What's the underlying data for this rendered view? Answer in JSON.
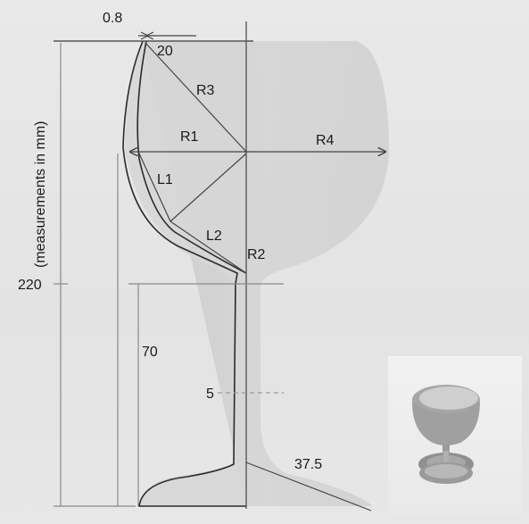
{
  "labels": {
    "rim_thickness": "0.8",
    "top_offset": "20",
    "r3": "R3",
    "r1": "R1",
    "r4": "R4",
    "l1": "L1",
    "l2": "L2",
    "r2": "R2",
    "total_height": "220",
    "stem_height": "70",
    "stem_width": "5",
    "base_radius": "37.5",
    "units_note": "(measurements in mm)"
  },
  "inset": {
    "description_icon": "wine-glass-render"
  }
}
